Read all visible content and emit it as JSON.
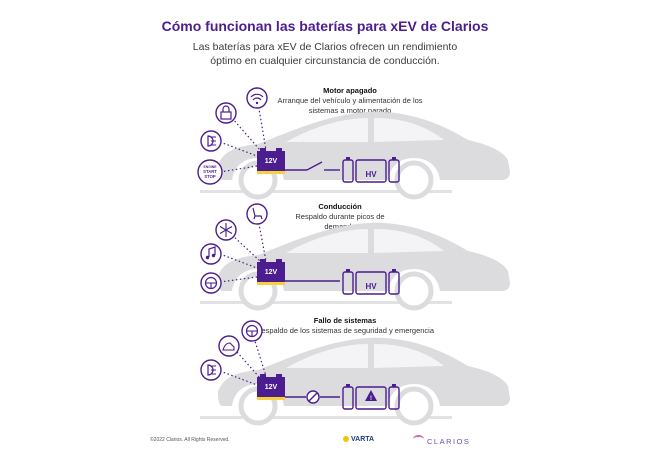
{
  "header": {
    "title": "Cómo funcionan las baterías para xEV de Clarios",
    "subtitle": "Las baterías para xEV de Clarios ofrecen un rendimiento óptimo en cualquier circunstancia de conducción."
  },
  "scenarios": [
    {
      "heading": "Motor apagado",
      "text": "Arranque del vehículo y alimentación de los sistemas a motor parado",
      "icons": [
        "lock-icon",
        "wifi-icon",
        "headlight-icon",
        "engine-start-stop-button"
      ],
      "start_stop_label": [
        "ENGINE",
        "START",
        "STOP"
      ],
      "battery_label": "12V",
      "hv_label": "HV",
      "link": "open-switch"
    },
    {
      "heading": "Conducción",
      "text": "Respaldo durante picos de demanda",
      "icons": [
        "heated-seat-icon",
        "snowflake-icon",
        "music-icon",
        "steering-wheel-icon"
      ],
      "battery_label": "12V",
      "hv_label": "HV",
      "link": "connected"
    },
    {
      "heading": "Fallo de sistemas",
      "text": "Respaldo de los sistemas de seguridad y emergencia",
      "icons": [
        "steering-wheel-icon",
        "emergency-light-icon",
        "headlight-icon"
      ],
      "battery_label": "12V",
      "link": "blocked",
      "hv_label": "!"
    }
  ],
  "footer": {
    "copyright": "©2022 Clarios. All Rights Reserved.",
    "varta": "VARTA",
    "clarios": "CLARIOS"
  },
  "colors": {
    "accent_purple": "#4b1d8f",
    "car_gray": "#dcdcdf",
    "road_gray": "#e2e2e4",
    "battery_yellow": "#f6d13a"
  }
}
